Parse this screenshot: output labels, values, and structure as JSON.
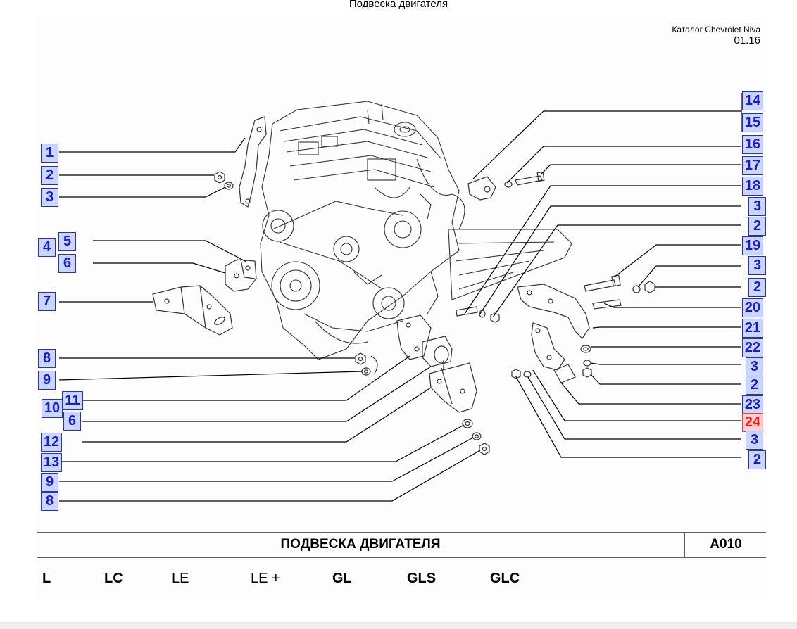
{
  "page_title": "Подвеска двигателя",
  "catalog": {
    "name": "Каталог Chevrolet Niva",
    "number": "01.16"
  },
  "footer": {
    "title": "ПОДВЕСКА  ДВИГАТЕЛЯ",
    "code": "A010"
  },
  "variants": [
    "L",
    "LC",
    "LE",
    "LE +",
    "GL",
    "GLS",
    "GLC"
  ],
  "callouts": {
    "c1": "1",
    "c2": "2",
    "c3": "3",
    "c4": "4",
    "c5": "5",
    "c6": "6",
    "c7": "7",
    "c8": "8",
    "c9": "9",
    "c10": "10",
    "c11": "11",
    "c6b": "6",
    "c12": "12",
    "c13": "13",
    "c9b": "9",
    "c8b": "8",
    "c14": "14",
    "c15": "15",
    "c16": "16",
    "c17": "17",
    "c18": "18",
    "c3b": "3",
    "c2b": "2",
    "c19": "19",
    "c3c": "3",
    "c2c": "2",
    "c20": "20",
    "c21": "21",
    "c22": "22",
    "c3d": "3",
    "c2d": "2",
    "c23": "23",
    "c24": "24",
    "c3e": "3",
    "c2e": "2"
  },
  "colors": {
    "callout_text": "#1b1bd0",
    "callout_bg": "#c9d6ff",
    "callout_highlight_text": "#ff1a1a",
    "callout_highlight_bg": "#ffd1d1",
    "line": "#000000"
  }
}
